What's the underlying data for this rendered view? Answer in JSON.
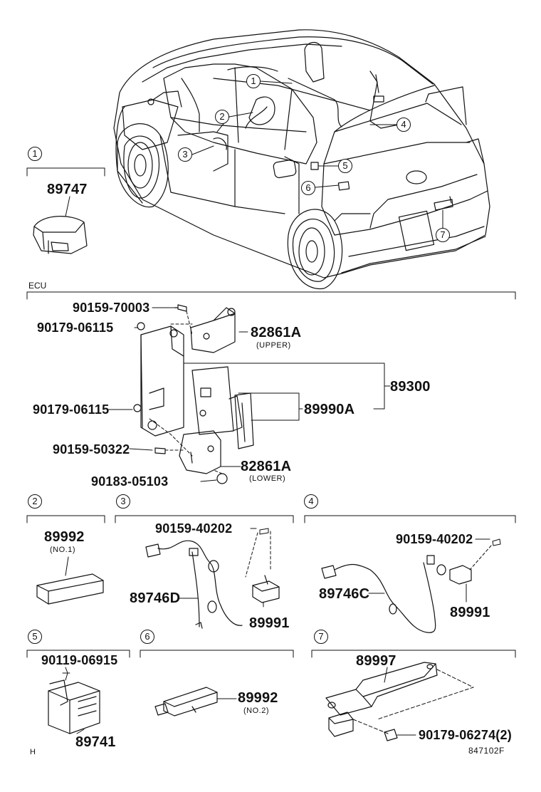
{
  "diagram": {
    "section_ecu": "ECU",
    "part_89747": "89747",
    "part_89300": "89300",
    "part_89990a": "89990A",
    "part_82861a_upper": "82861A",
    "upper": "(UPPER)",
    "part_82861a_lower": "82861A",
    "lower": "(LOWER)",
    "bolt_90159_70003": "90159-70003",
    "nut_90179_06115_a": "90179-06115",
    "nut_90179_06115_b": "90179-06115",
    "bolt_90159_50322": "90159-50322",
    "nut_90183_05103": "90183-05103",
    "part_89992_no1": "89992",
    "no1": "(NO.1)",
    "bolt_90159_40202_a": "90159-40202",
    "part_89746d": "89746D",
    "part_89991_a": "89991",
    "bolt_90159_40202_b": "90159-40202",
    "part_89746c": "89746C",
    "part_89991_b": "89991",
    "screw_90119_06915": "90119-06915",
    "part_89741": "89741",
    "part_89992_no2": "89992",
    "no2": "(NO.2)",
    "part_89997": "89997",
    "nut_90179_06274": "90179-06274(2)",
    "corner_mark": "H",
    "drawing_number": "847102F",
    "callouts": [
      "1",
      "2",
      "3",
      "4",
      "5",
      "6",
      "7"
    ]
  }
}
